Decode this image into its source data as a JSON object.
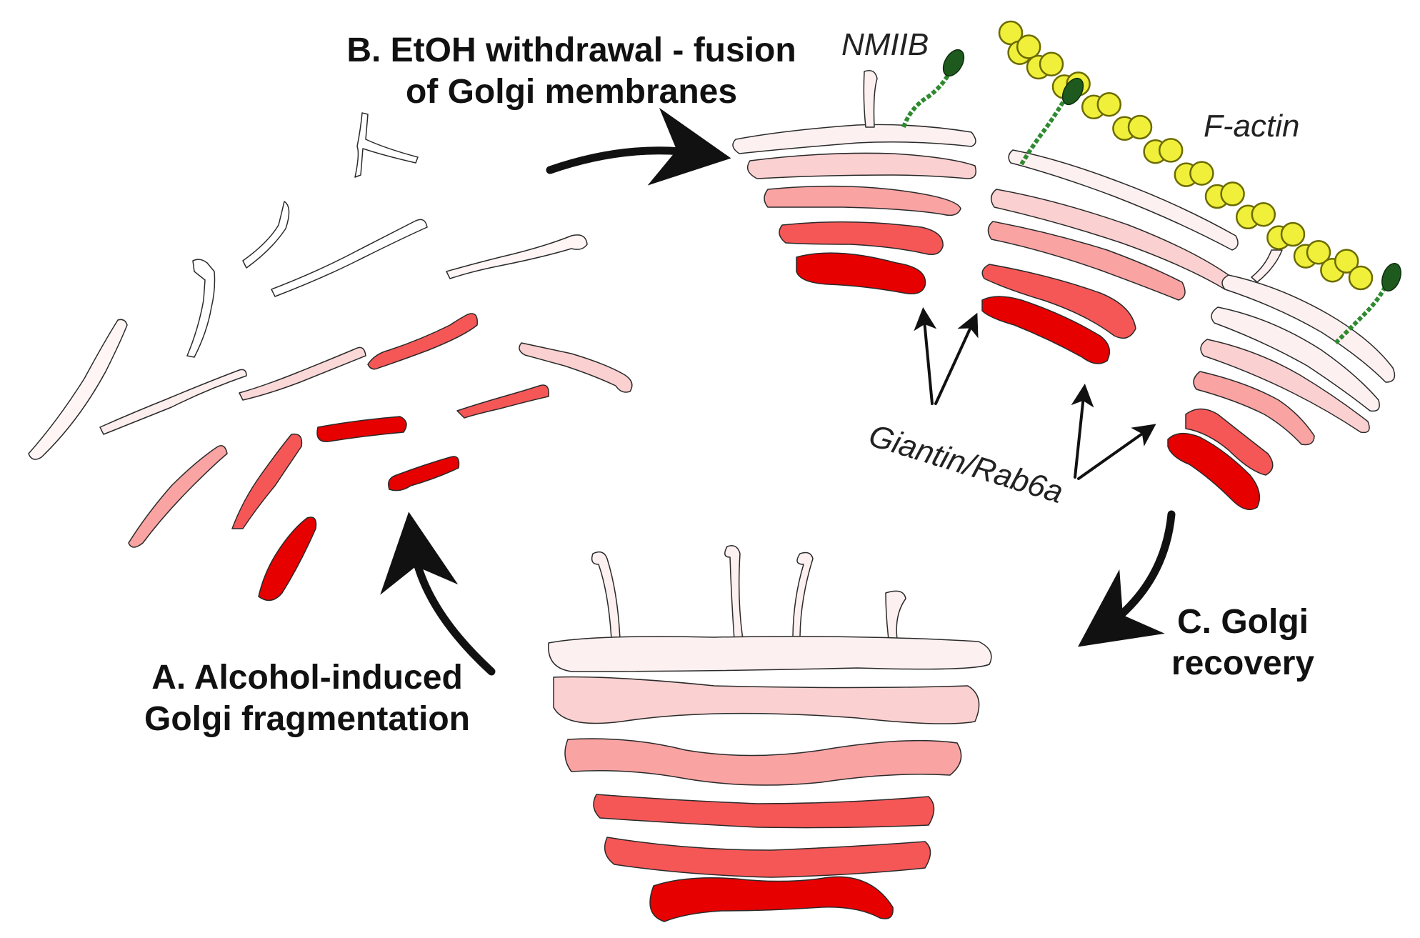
{
  "labels": {
    "step_b_line1": "B. EtOH withdrawal - fusion",
    "step_b_line2": "of Golgi membranes",
    "step_a_line1": "A. Alcohol-induced",
    "step_a_line2": "Golgi fragmentation",
    "step_c_line1": "C. Golgi",
    "step_c_line2": "recovery",
    "nmiib": "NMIIB",
    "f_actin": "F-actin",
    "giantin_rab6a": "Giantin/Rab6a"
  },
  "colors": {
    "cisterna_1": "#fdf0f0",
    "cisterna_2": "#fbd0d0",
    "cisterna_3": "#f9a3a3",
    "cisterna_4": "#f55757",
    "cisterna_5": "#e60000",
    "actin_bead": "#f0f03a",
    "myosin": "#2f8a2f",
    "outline": "#2a2a2a"
  }
}
